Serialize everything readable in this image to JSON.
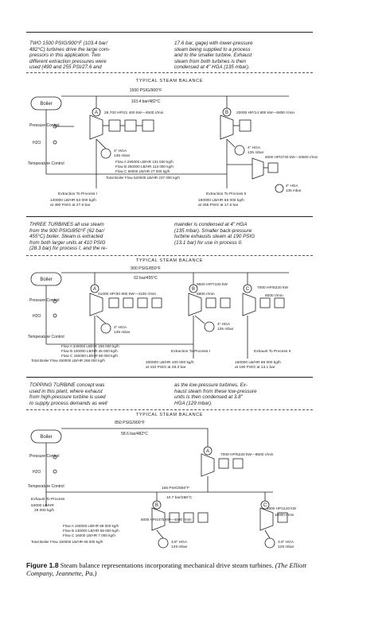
{
  "sections": [
    {
      "intro_left": "TWO 1500 PSIG/900°F (103.4 bar/\n482°C) turbines drive the large com-\npressors in this application. Two\ndifferent extraction pressures were\nused (490 and 255 PSI/27.6 and",
      "intro_right": "17.6 bar, gage) with lower-pressure\nsteam being supplied to a process\nand to the smaller turbine. Exhaust\nsteam from both turbines is then\ncondensed at 4\" HGA (135 mbar).",
      "balance_title": "TYPICAL STEAM BALANCE",
      "header_steam": "1500 PSIG/900°F",
      "header_steam_metric": "103.4 bar/482°C",
      "boiler_label": "Boiler",
      "pressure_control": "Pressure Control",
      "h2o": "H2O",
      "temperature_control": "Temperature Control",
      "marker_a": "A",
      "marker_b": "B",
      "turbine_a": "28,700 HP/21 400 kW—4500 r/min",
      "turbine_b": "20000 HP/14 900 kW—5800 r/min",
      "cond_a": "4\" HGA",
      "cond_a_metric": "135 mbar",
      "cond_b": "4\" HGA",
      "cond_b_metric": "135 mbar",
      "turbine_c": "5000 HP/3730 kW—10500 r/min",
      "cond_c": "4\" HGA",
      "cond_c_metric": "135 mbar",
      "flows": [
        "Flow A  290000 LB/HR  131 500 kg/h",
        "Flow B  250000 LB/HR  113 000 kg/h",
        "Flow C   60000 LB/HR   27 000 kg/h",
        "Total Boiler Flow  520000 LB/HR  237 000 kg/h"
      ],
      "extraction_i_title": "Extraction To Process I",
      "extraction_i_flow": "140000 LB/HR   63 000 kg/h",
      "extraction_i_psig": "at 490 PSIG   at 27.6 bar",
      "extraction_ii_title": "Extraction To Process II",
      "extraction_ii_flow": "150000 LB/HR   68 000 kg/h",
      "extraction_ii_psig": "at 255 PSIG   at 17.6 bar"
    },
    {
      "intro_left": "THREE TURBINES all use steam\nfrom the 900 PSIG/850°F (62 bar/\n455°C) boiler. Steam is extracted\nfrom both larger units at 410 PSIG\n(28.3 bar) for process I, and the re-",
      "intro_right": "mainder is condensed at 4\" HGA\n(135 mbar). Smaller back-pressure\nturbine exhausts steam at 190 PSIG\n(13.1 bar) for use in process II.",
      "balance_title": "TYPICAL STEAM BALANCE",
      "header_steam": "900 PSIG/850°F",
      "header_steam_metric": "62 bar/455°C",
      "boiler_label": "Boiler",
      "pressure_control": "Pressure Control",
      "h2o": "H2O",
      "temperature_control": "Temperature Control",
      "marker_a": "A",
      "marker_b": "B",
      "marker_c": "C",
      "turbine_a": "41000 HP/30 600 kW—4100 r/min",
      "turbine_b": "9500 HP/7100 kW",
      "turbine_b_speed": "5800 r/min",
      "turbine_c": "7000 HP/5220 kW",
      "turbine_c_speed": "8000 r/min",
      "cond_a": "4\" HGA",
      "cond_a_metric": "135 mbar",
      "cond_b": "4\" HGA",
      "cond_b_metric": "135 mbar",
      "flows": [
        "Flow A  340000 LB/HR  155 000 kg/h",
        "Flow B  100000 LB/HR   45 000 kg/h",
        "Flow C  150000 LB/HR   68 000 kg/h",
        "Total Boiler Flow  450000 LB/HR  268 000 kg/h"
      ],
      "extraction_i_title": "Extraction To Process I",
      "extraction_i_flow": "200000 LB/HR  100 000 kg/h",
      "extraction_i_psig": "at 410 PSIG   at 28.3 bar",
      "extraction_ii_title": "Exhaust To Process II",
      "extraction_ii_flow": "150000 LB/HR   68 000 kg/h",
      "extraction_ii_psig": "at 190 PSIG   at 13.1 bar"
    },
    {
      "intro_left": "TOPPING TURBINE concept was\nused in this plant, where exhaust\nfrom high-pressure turbine is used\nto supply process demands as well",
      "intro_right": "as the low-pressure turbines. Ex-\nhaust steam from these low-pressure\nunits is then condensed at 3.8\"\nHGA (129 mbar).",
      "balance_title": "TYPICAL STEAM BALANCE",
      "header_steam": "850 PSIG/900°F",
      "header_steam_metric": "58.6 bar/482°C",
      "boiler_label": "Boiler",
      "pressure_control": "Pressure Control",
      "h2o": "H2O",
      "temperature_control": "Temperature Control",
      "marker_a": "A",
      "marker_b": "B",
      "marker_c": "C",
      "turbine_a": "7000 HP/5220 kW—8500 r/min",
      "mid_header": "155 PSIG/550°F",
      "mid_header_metric": "10.7 bar/288°C",
      "turbine_b": "6000 HP/4475 kW—4500 r/min",
      "turbine_c": "1500 HP/1120 kW",
      "turbine_c_speed": "10000 r/min",
      "cond_b": "3.8\" HGA",
      "cond_b_metric": "129 mbar",
      "cond_c": "3.8\" HGA",
      "cond_c_metric": "129 mbar",
      "exhaust_title": "Exhaust To Process",
      "exhaust_flow": "64000 LB/HR",
      "exhaust_flow_metric": "29 000 kg/h",
      "flows": [
        "Flow A  150000 LB/HR  68 000 kg/h",
        "Flow B  130000 LB/HR  59 000 kg/h",
        "Flow C   16000 LB/HR   7 000 kg/h",
        "Total Boiler Flow  150000 LB/HR  68 000 kg/h"
      ]
    }
  ],
  "caption": {
    "figure": "Figure 1.8",
    "text": "Steam balance representations incorporating mechanical drive steam turbines.",
    "credit": "(The Elliott Company, Jeannette, Pa.)"
  }
}
